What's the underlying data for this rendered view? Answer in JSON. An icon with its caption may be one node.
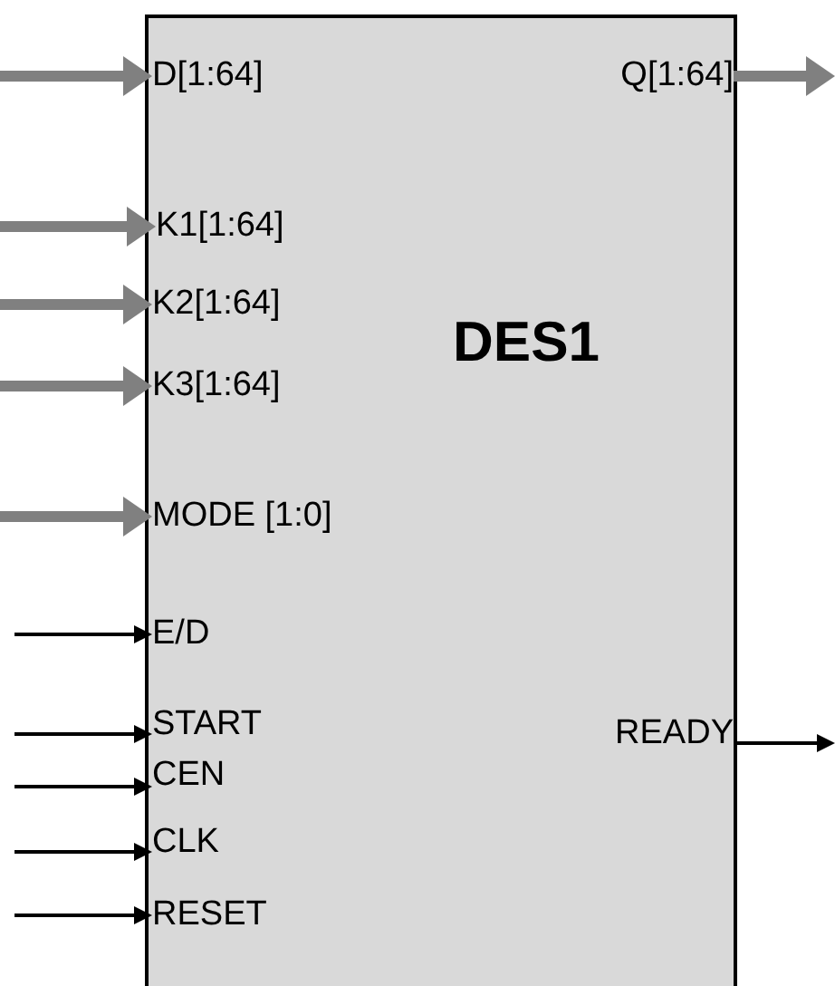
{
  "diagram": {
    "nodes": [
      {
        "text": [
          "DES1"
        ]
      },
      {
        "text": [
          "D[1:64]"
        ],
        "in": 0
      },
      {
        "text": [
          "Q[1:64]"
        ],
        "in": 0
      },
      {
        "text": [
          "K1[1:64]"
        ],
        "in": 0
      },
      {
        "text": [
          "K2[1:64]"
        ],
        "in": 0
      },
      {
        "text": [
          "K3[1:64]"
        ],
        "in": 0
      },
      {
        "text": [
          "MODE [1:0]"
        ],
        "in": 0
      },
      {
        "text": [
          "E/D"
        ],
        "in": 0
      },
      {
        "text": [
          "START"
        ],
        "in": 0
      },
      {
        "text": [
          "READY"
        ],
        "in": 0
      },
      {
        "text": [
          "CEN"
        ],
        "in": 0
      },
      {
        "text": [
          "CLK"
        ],
        "in": 0
      },
      {
        "text": [
          "RESET"
        ],
        "in": 0
      }
    ],
    "edges": [
      {
        "from": null,
        "to": 1,
        "arrow": "to",
        "style": "thick",
        "color": "#808080"
      },
      {
        "from": 2,
        "to": null,
        "arrow": "to",
        "style": "thick",
        "color": "#808080"
      },
      {
        "from": null,
        "to": 3,
        "arrow": "to",
        "style": "thick",
        "color": "#808080"
      },
      {
        "from": null,
        "to": 4,
        "arrow": "to",
        "style": "thick",
        "color": "#808080"
      },
      {
        "from": null,
        "to": 5,
        "arrow": "to",
        "style": "thick",
        "color": "#808080"
      },
      {
        "from": null,
        "to": 6,
        "arrow": "to",
        "style": "thick",
        "color": "#808080"
      },
      {
        "from": null,
        "to": 7,
        "arrow": "to",
        "color": "#000000"
      },
      {
        "from": null,
        "to": 8,
        "arrow": "to",
        "color": "#000000"
      },
      {
        "from": 9,
        "to": null,
        "arrow": "to",
        "color": "#000000"
      },
      {
        "from": null,
        "to": 10,
        "arrow": "to",
        "color": "#000000"
      },
      {
        "from": null,
        "to": 11,
        "arrow": "to",
        "color": "#000000"
      },
      {
        "from": null,
        "to": 12,
        "arrow": "to",
        "color": "#000000"
      }
    ]
  }
}
